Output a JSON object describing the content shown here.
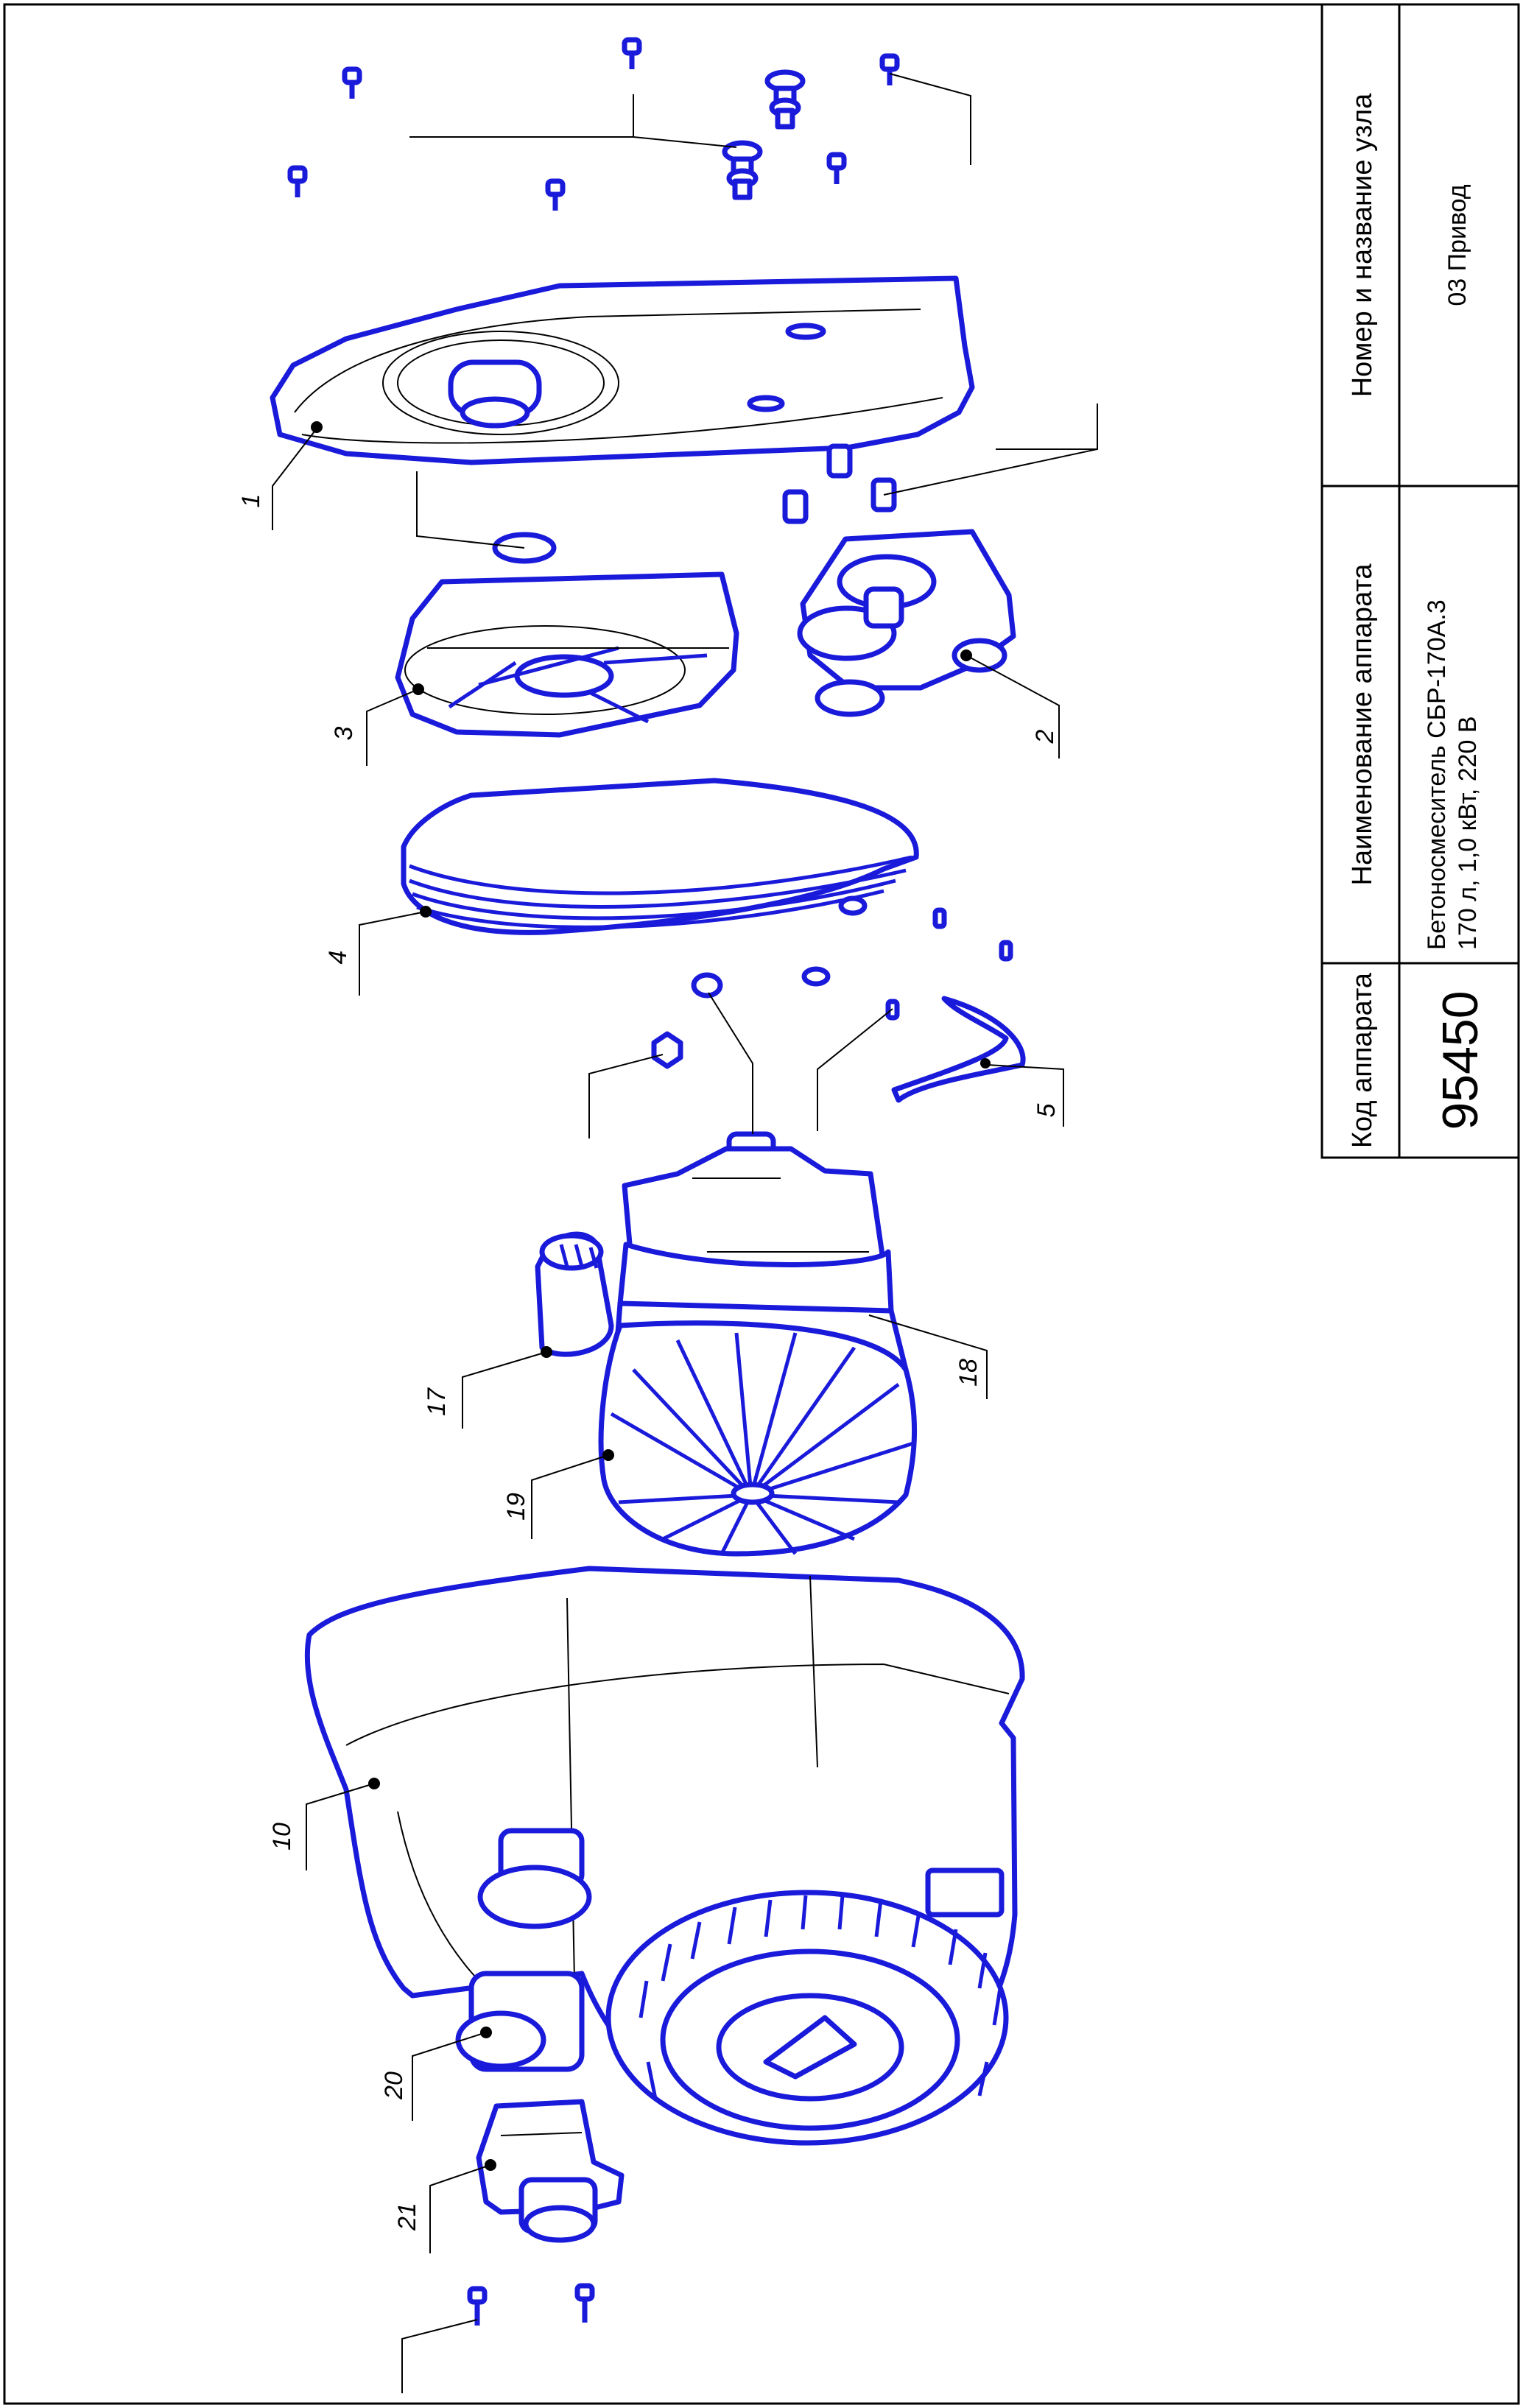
{
  "title_block": {
    "code_header": "Код аппарата",
    "code_value": "95450",
    "name_header": "Наименование аппарата",
    "name_line1": "Бетоносмеситель СБР-170А.3",
    "name_line2": "170 л, 1,0 кВт, 220 В",
    "unit_header": "Номер и название узла",
    "unit_value": "03 Привод"
  },
  "callouts": [
    "1",
    "2",
    "3",
    "4",
    "5",
    "10",
    "17",
    "18",
    "19",
    "20",
    "21"
  ],
  "colors": {
    "part_outline": "#1a1adb",
    "frame": "#000000",
    "background": "#ffffff"
  }
}
